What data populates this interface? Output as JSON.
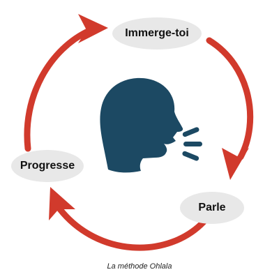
{
  "diagram": {
    "steps": [
      {
        "label": "Immerge-toi"
      },
      {
        "label": "Parle"
      },
      {
        "label": "Progresse"
      }
    ],
    "caption": "La méthode Ohlala",
    "icon": "speaking-head-icon"
  },
  "colors": {
    "arrow": "#d13a2c",
    "head": "#1c4963",
    "pill": "#e8e8e8",
    "text": "#111111"
  }
}
